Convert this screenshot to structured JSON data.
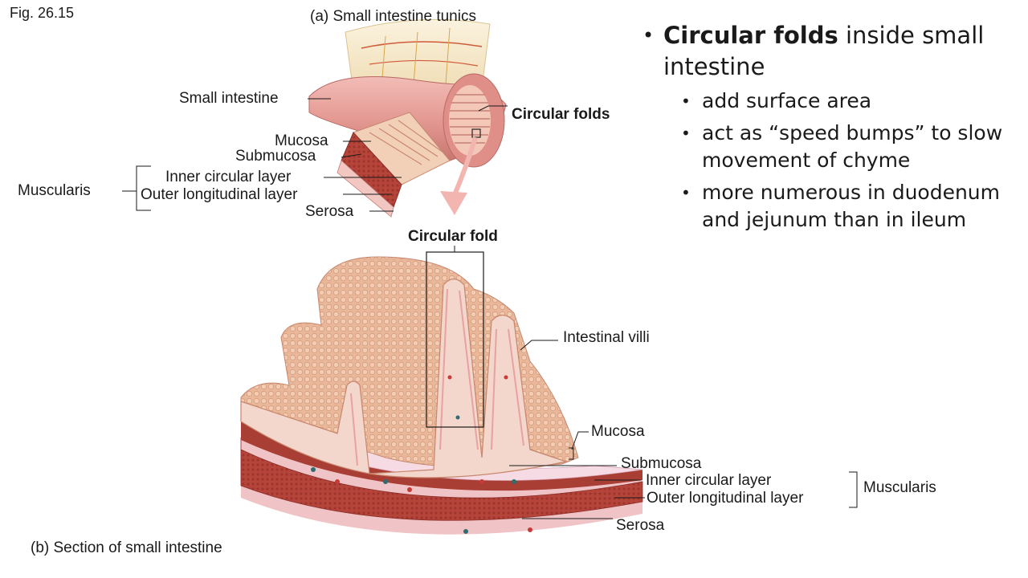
{
  "figure_label": "Fig. 26.15",
  "panel_a": {
    "title": "(a) Small intestine tunics",
    "labels": {
      "small_intestine": "Small intestine",
      "mucosa": "Mucosa",
      "submucosa": "Submucosa",
      "inner_circular": "Inner circular layer",
      "outer_longitudinal": "Outer longitudinal layer",
      "serosa": "Serosa",
      "muscularis": "Muscularis",
      "circular_folds": "Circular folds"
    }
  },
  "panel_b": {
    "title": "(b) Section of small intestine",
    "labels": {
      "circular_fold": "Circular fold",
      "intestinal_villi": "Intestinal villi",
      "mucosa": "Mucosa",
      "submucosa": "Submucosa",
      "inner_circular": "Inner circular layer",
      "outer_longitudinal": "Outer longitudinal layer",
      "serosa": "Serosa",
      "muscularis": "Muscularis"
    }
  },
  "bullets": {
    "main_bold": "Circular folds",
    "main_rest": " inside small intestine",
    "sub": [
      "add surface area",
      "act as “speed bumps” to slow movement of chyme",
      "more numerous in duodenum and jejunum than in ileum"
    ]
  },
  "colors": {
    "mucosa_pink": "#e9a6a0",
    "villi_tan": "#eab99a",
    "submucosa_pink": "#f4d3dc",
    "muscle_red": "#b8453a",
    "mesentery_cream": "#f3e6c5"
  }
}
